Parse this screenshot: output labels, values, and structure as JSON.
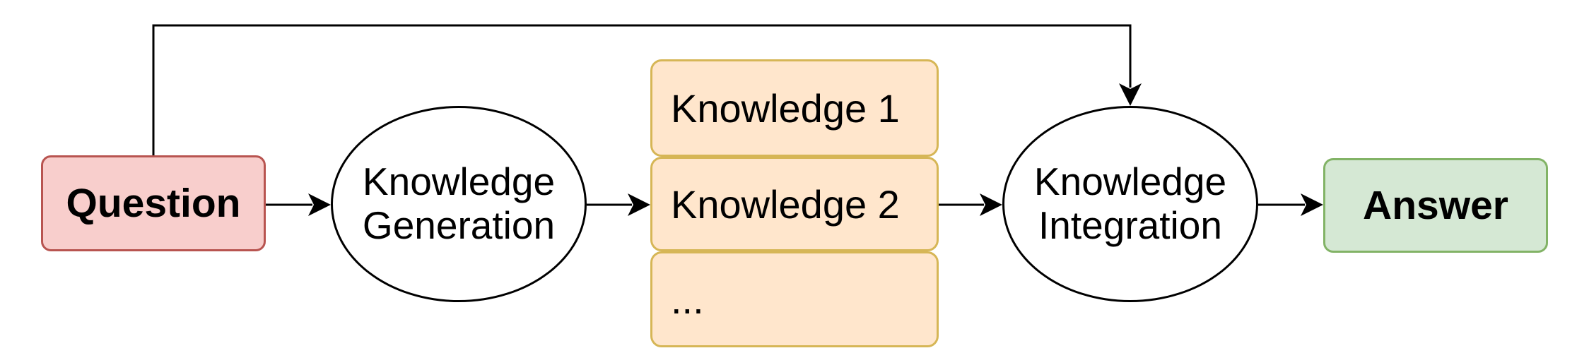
{
  "nodes": {
    "question": "Question",
    "knowledge_generation": [
      "Knowledge",
      "Generation"
    ],
    "knowledge_items": [
      "Knowledge 1",
      "Knowledge 2",
      "..."
    ],
    "knowledge_integration": [
      "Knowledge",
      "Integration"
    ],
    "answer": "Answer"
  },
  "colors": {
    "question_fill": "#f8cecc",
    "question_border": "#b85450",
    "knowledge_fill": "#ffe6cc",
    "knowledge_border": "#d6b656",
    "answer_fill": "#d5e8d4",
    "answer_border": "#82b366",
    "line": "#000000"
  },
  "edges": [
    {
      "from": "question",
      "to": "knowledge_generation"
    },
    {
      "from": "knowledge_generation",
      "to": "knowledge_items"
    },
    {
      "from": "knowledge_items",
      "to": "knowledge_integration"
    },
    {
      "from": "knowledge_integration",
      "to": "answer"
    },
    {
      "from": "question",
      "to": "knowledge_integration",
      "route": "over-top"
    }
  ]
}
